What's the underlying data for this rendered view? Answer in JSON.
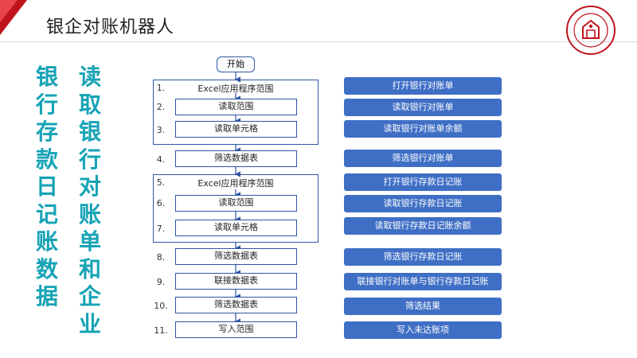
{
  "title": "银企对账机器人",
  "left_columns": [
    {
      "text": "银行存款日记账数据"
    },
    {
      "text": "读取银行对账单和企业"
    }
  ],
  "flow": {
    "start": "开始",
    "groups": [
      {
        "num": "1.",
        "label": "Excel应用程序范围"
      },
      {
        "num": "5.",
        "label": "Excel应用程序范围"
      }
    ],
    "steps": [
      {
        "num": "2.",
        "label": "读取范围"
      },
      {
        "num": "3.",
        "label": "读取单元格"
      },
      {
        "num": "4.",
        "label": "筛选数据表"
      },
      {
        "num": "6.",
        "label": "读取范围"
      },
      {
        "num": "7.",
        "label": "读取单元格"
      },
      {
        "num": "8.",
        "label": "筛选数据表"
      },
      {
        "num": "9.",
        "label": "联接数据表"
      },
      {
        "num": "10.",
        "label": "筛选数据表"
      },
      {
        "num": "11.",
        "label": "写入范围"
      }
    ]
  },
  "descriptions": [
    "打开银行对账单",
    "读取银行对账单",
    "读取银行对账单余额",
    "筛选银行对账单",
    "打开银行存款日记账",
    "读取银行存款日记账",
    "读取银行存款日记账余额",
    "筛选银行存款日记账",
    "联接银行对账单与银行存款日记账",
    "筛选结果",
    "写入未达账项"
  ],
  "colors": {
    "accent": "#c0141c",
    "teal": "#16a3b6",
    "flow_border": "#2e55a5",
    "pill": "#3f6fc5"
  }
}
